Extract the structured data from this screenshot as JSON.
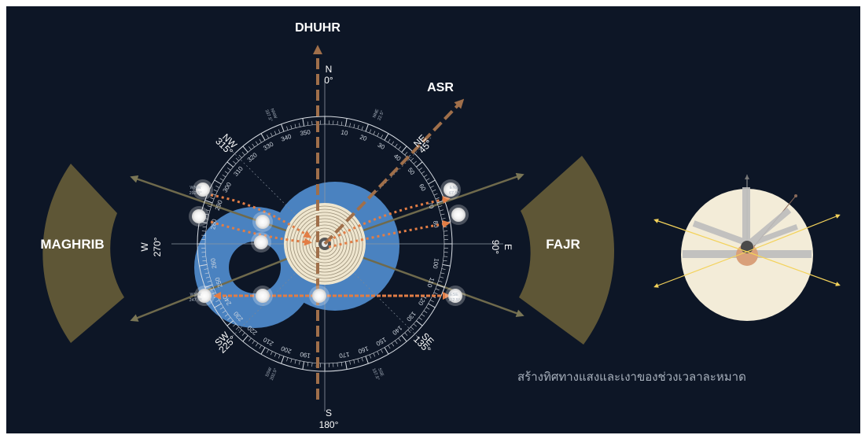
{
  "prayers": {
    "dhuhr": "DHUHR",
    "asr": "ASR",
    "maghrib": "MAGHRIB",
    "fajr": "FAJR"
  },
  "compass": {
    "north_letter": "N",
    "north_deg": "0°",
    "south_letter": "S",
    "south_deg": "180°",
    "west_letter": "W",
    "west_deg": "270°",
    "east_letter": "E",
    "east_deg": "90°",
    "intercardinals": [
      {
        "abbr": "NW",
        "deg": "315°"
      },
      {
        "abbr": "SW",
        "deg": "225°"
      },
      {
        "abbr": "SE",
        "deg": "135°"
      },
      {
        "abbr": "NE",
        "deg": "45°"
      }
    ],
    "minor_labels": [
      {
        "abbr": "NNW",
        "deg": "337.5°"
      },
      {
        "abbr": "NNE",
        "deg": "22.5°"
      },
      {
        "abbr": "SSW",
        "deg": "202.5°"
      },
      {
        "abbr": "SSE",
        "deg": "157.5°"
      },
      {
        "abbr": "WNW",
        "deg": "292.5°"
      },
      {
        "abbr": "ENE",
        "deg": "67.5°"
      },
      {
        "abbr": "WSW",
        "deg": "247.5°"
      },
      {
        "abbr": "ESE",
        "deg": "112.5°"
      }
    ],
    "tick_labels": [
      "10",
      "20",
      "30",
      "40",
      "50",
      "60",
      "70",
      "80",
      "100",
      "110",
      "120",
      "130",
      "140",
      "150",
      "160",
      "170",
      "190",
      "200",
      "210",
      "220",
      "230",
      "240",
      "250",
      "260",
      "280",
      "290",
      "300",
      "310",
      "320",
      "330",
      "340",
      "350"
    ]
  },
  "caption": "สร้างทิศทางแสงและเงาของช่วงเวลาละหมาด",
  "colors": {
    "background": "#0d1626",
    "building_blue": "#4a82c0",
    "wing_olive": "#5e5636",
    "dashed_orange": "#e27d45",
    "axis_brown": "#a06f4a",
    "ray_olive": "#6f6a4c",
    "sun_yellow": "#f3d25a",
    "inset_disc": "#f3ecd8"
  }
}
